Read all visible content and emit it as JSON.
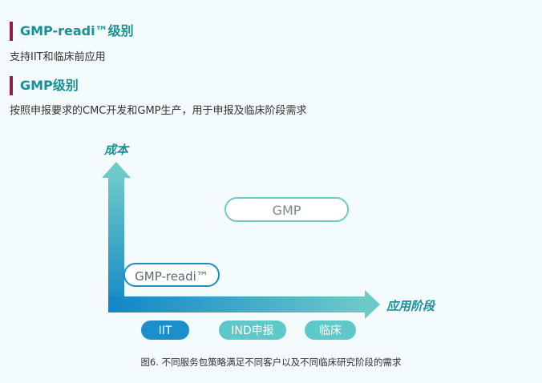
{
  "sections": [
    {
      "title": "GMP-readi™级别",
      "description": "支持IIT和临床前应用"
    },
    {
      "title": "GMP级别",
      "description": "按照申报要求的CMC开发和GMP生产，用于申报及临床阶段需求"
    }
  ],
  "diagram": {
    "y_axis_label": "成本",
    "x_axis_label": "应用阶段",
    "tiers": [
      {
        "name": "GMP-readi™",
        "level": "low"
      },
      {
        "name": "GMP",
        "level": "high"
      }
    ],
    "stages": [
      {
        "name": "IIT",
        "color": "#1b8fc9"
      },
      {
        "name": "IND申报",
        "color": "#5fc8c8"
      },
      {
        "name": "临床",
        "color": "#5fc8c8"
      }
    ],
    "colors": {
      "axis_start": "#1186c8",
      "axis_end": "#6ecac8",
      "label": "#1a8f96",
      "tier_text": "#7a8a8e"
    }
  },
  "caption": "图6. 不同服务包策略满足不同客户以及不同临床研究阶段的需求"
}
